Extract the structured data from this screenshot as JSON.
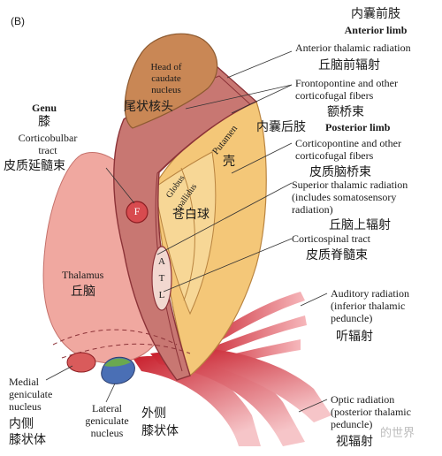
{
  "panel_label": "(B)",
  "anterior_limb": {
    "zh": "内囊前肢",
    "en": "Anterior limb"
  },
  "posterior_limb": {
    "zh": "内囊后肢",
    "en": "Posterior limb"
  },
  "genu": {
    "en": "Genu",
    "zh": "膝"
  },
  "corticobulbar": {
    "en_line1": "Corticobulbar",
    "en_line2": "tract",
    "zh": "皮质延髓束"
  },
  "caudate": {
    "en_line1": "Head of",
    "en_line2": "caudate",
    "en_line3": "nucleus",
    "zh": "尾状核头"
  },
  "putamen": {
    "en": "Putamen",
    "zh": "壳"
  },
  "globus_pallidus": {
    "en_line1": "Globus",
    "en_line2": "pallidus",
    "zh": "苍白球"
  },
  "thalamus": {
    "en": "Thalamus",
    "zh": "丘脑"
  },
  "tract_markers": {
    "f": "F",
    "a": "A",
    "t": "T",
    "l": "L"
  },
  "anterior_thalamic": {
    "en": "Anterior thalamic radiation",
    "zh": "丘脑前辐射"
  },
  "frontopontine": {
    "en_line1": "Frontopontine and other",
    "en_line2": "corticofugal fibers",
    "zh": "额桥束"
  },
  "corticopontine": {
    "en_line1": "Corticopontine and other",
    "en_line2": "corticofugal fibers",
    "zh": "皮质脑桥束"
  },
  "superior_thalamic": {
    "en_line1": "Superior thalamic radiation",
    "en_line2": "(includes somatosensory",
    "en_line3": "radiation)",
    "zh": "丘脑上辐射"
  },
  "corticospinal": {
    "en": "Corticospinal tract",
    "zh": "皮质脊髓束"
  },
  "auditory": {
    "en_line1": "Auditory radiation",
    "en_line2": "(inferior thalamic",
    "en_line3": "peduncle)",
    "zh": "听辐射"
  },
  "medial_geniculate": {
    "en_line1": "Medial",
    "en_line2": "geniculate",
    "en_line3": "nucleus",
    "zh_line1": "内侧",
    "zh_line2": "膝状体"
  },
  "lateral_geniculate": {
    "en_line1": "Lateral",
    "en_line2": "geniculate",
    "en_line3": "nucleus",
    "zh_line1": "外侧",
    "zh_line2": "膝状体"
  },
  "optic": {
    "en_line1": "Optic radiation",
    "en_line2": "(posterior thalamic",
    "en_line3": "peduncle)",
    "zh": "视辐射"
  },
  "watermark": "的世界",
  "colors": {
    "caudate": "#c98755",
    "capsule_dark": "#a84a4f",
    "capsule_light": "#cf7f78",
    "putamen": "#f4c778",
    "pallidus": "#f7d796",
    "thalamus": "#f0a8a0",
    "fibers": "#d8222e",
    "lgn_blue": "#4a6fb5",
    "lgn_green": "#6aa84f"
  }
}
